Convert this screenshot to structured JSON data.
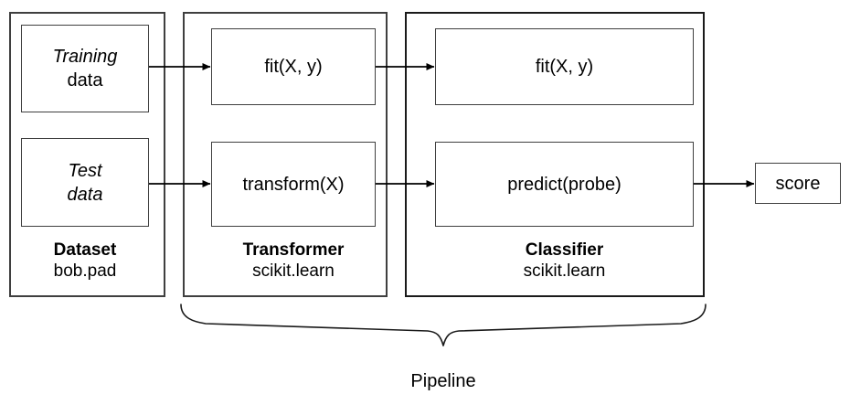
{
  "diagram": {
    "title": "Pipeline diagram",
    "stroke_color": "#3f3f3f",
    "stroke_color_strong": "#1a1a1a",
    "background": "#ffffff",
    "groups": [
      {
        "id": "dataset",
        "caption_title": "Dataset",
        "caption_sub": "bob.pad",
        "nodes": [
          {
            "id": "training-data",
            "line1": "Training",
            "line2": "data"
          },
          {
            "id": "test-data",
            "line1": "Test",
            "line2": "data"
          }
        ]
      },
      {
        "id": "transformer",
        "caption_title": "Transformer",
        "caption_sub": "scikit.learn",
        "nodes": [
          {
            "id": "transformer-fit",
            "label": "fit(X, y)"
          },
          {
            "id": "transformer-transform",
            "label": "transform(X)"
          }
        ]
      },
      {
        "id": "classifier",
        "caption_title": "Classifier",
        "caption_sub": "scikit.learn",
        "nodes": [
          {
            "id": "classifier-fit",
            "label": "fit(X, y)"
          },
          {
            "id": "classifier-predict",
            "label": "predict(probe)"
          }
        ]
      }
    ],
    "output": {
      "id": "score",
      "label": "score"
    },
    "brace_label": "Pipeline"
  }
}
